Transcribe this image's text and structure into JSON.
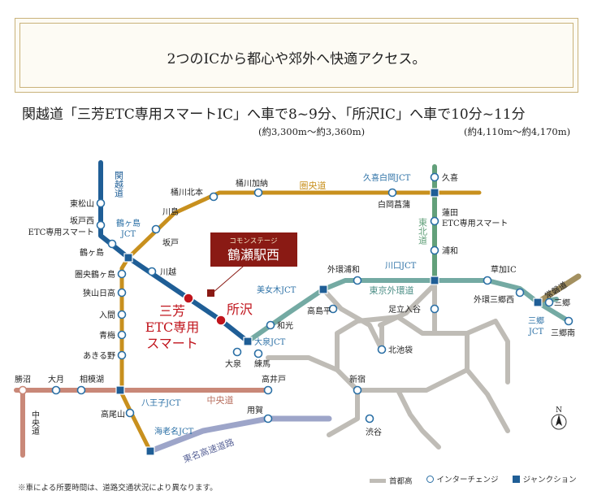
{
  "banner": {
    "text": "2つのICから都心や郊外へ快適アクセス。"
  },
  "subtitle": "関越道「三芳ETC専用スマートIC」へ車で8~9分、「所沢IC」へ車で10分~11分",
  "distance_1": "(約3,300m～約3,360m)",
  "distance_2": "(約4,110m～約4,170m)",
  "roads": {
    "kanetsu": "関越道",
    "kenodo": "圏央道",
    "tohoku": "東北道",
    "gaikan": "東京外環道",
    "chuo": "中央道",
    "chuo_v": "中央道",
    "tomei": "東名高速道路",
    "joban": "常磐道"
  },
  "property": {
    "sub": "コモンステージ",
    "name": "鶴瀬駅西"
  },
  "highlight": {
    "miyoshi": "三芳\nETC専用\nスマート",
    "tokorozawa": "所沢"
  },
  "stations": [
    "東松山",
    "坂戸西",
    "ETC専用スマート",
    "鶴ヶ島",
    "圏央鶴ヶ島",
    "狭山日高",
    "入間",
    "青梅",
    "あきる野",
    "高尾山",
    "勝沼",
    "大月",
    "相模湖",
    "川島",
    "坂戸",
    "桶川北本",
    "桶川加納",
    "白岡菖蒲",
    "久喜",
    "蓮田",
    "ETC専用スマート",
    "浦和",
    "川越",
    "和光",
    "大泉",
    "練馬",
    "外環浦和",
    "高島平",
    "足立入谷",
    "草加IC",
    "外環三郷西",
    "三郷",
    "三郷南",
    "北池袋",
    "高井戸",
    "新宿",
    "用賀",
    "渋谷"
  ],
  "junctions": {
    "tsurugashima": "鶴ヶ島\nJCT",
    "kuki": "久喜白岡JCT",
    "bijogi": "美女木JCT",
    "kawaguchi": "川口JCT",
    "oizumi": "大泉JCT",
    "misato": "三郷\nJCT",
    "hachioji": "八王子JCT",
    "ebina": "海老名JCT"
  },
  "compass": "N",
  "footnote": "※車による所要時間は、道路交通状況により異なります。",
  "legend": {
    "expressway": "首都高",
    "ic": "インターチェンジ",
    "jct": "ジャンクション"
  },
  "colors": {
    "kanetsu": "#1f5e96",
    "kenodo": "#c8901e",
    "tohoku": "#62a07a",
    "gaikan": "#74aaa3",
    "chuo": "#c98878",
    "tomei": "#9da5c9",
    "shutoko": "#bfbcb6",
    "highlight": "#c0141c",
    "frame": "#c9b27a"
  }
}
